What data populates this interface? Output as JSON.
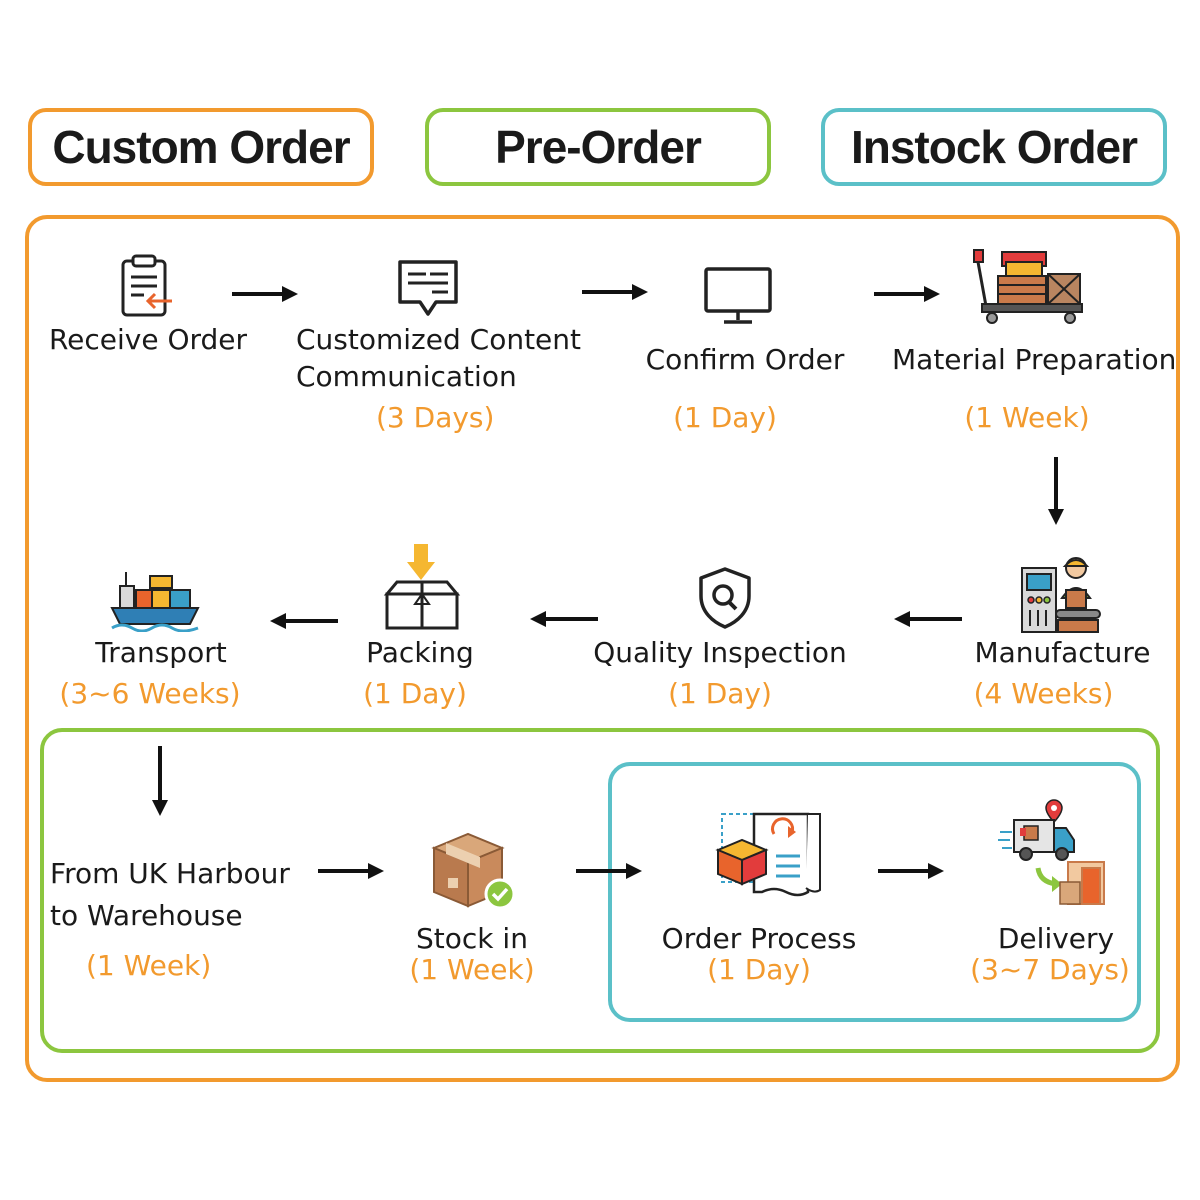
{
  "legend": {
    "custom": "Custom Order",
    "pre": "Pre-Order",
    "instock": "Instock Order"
  },
  "colors": {
    "custom": "#f29a2e",
    "pre": "#8cc63f",
    "instock": "#5bc0c8",
    "duration_text": "#f29a2e"
  },
  "steps": {
    "receive": {
      "label": "Receive Order"
    },
    "customized": {
      "label_line1": "Customized Content",
      "label_line2": "Communication",
      "duration": "(3 Days)"
    },
    "confirm": {
      "label": "Confirm Order",
      "duration": "(1 Day)"
    },
    "material": {
      "label": "Material Preparation",
      "duration": "(1 Week)"
    },
    "manufacture": {
      "label": "Manufacture",
      "duration": "(4 Weeks)"
    },
    "quality": {
      "label": "Quality Inspection",
      "duration": "(1 Day)"
    },
    "packing": {
      "label": "Packing",
      "duration": "(1 Day)"
    },
    "transport": {
      "label": "Transport",
      "duration": "(3~6 Weeks)"
    },
    "harbour": {
      "label_line1": "From UK Harbour",
      "label_line2": "to Warehouse",
      "duration": "(1 Week)"
    },
    "stock": {
      "label": "Stock in",
      "duration": "(1 Week)"
    },
    "process": {
      "label": "Order Process",
      "duration": "(1 Day)"
    },
    "delivery": {
      "label": "Delivery",
      "duration": "(3~7 Days)"
    }
  },
  "icons": {
    "receive": "clipboard-icon",
    "customized": "chat-message-icon",
    "confirm": "monitor-icon",
    "material": "pallet-cart-icon",
    "manufacture": "factory-worker-icon",
    "quality": "shield-search-icon",
    "packing": "box-arrow-icon",
    "transport": "cargo-ship-icon",
    "stock": "cardboard-box-check-icon",
    "process": "order-document-icon",
    "delivery": "delivery-truck-icon"
  }
}
